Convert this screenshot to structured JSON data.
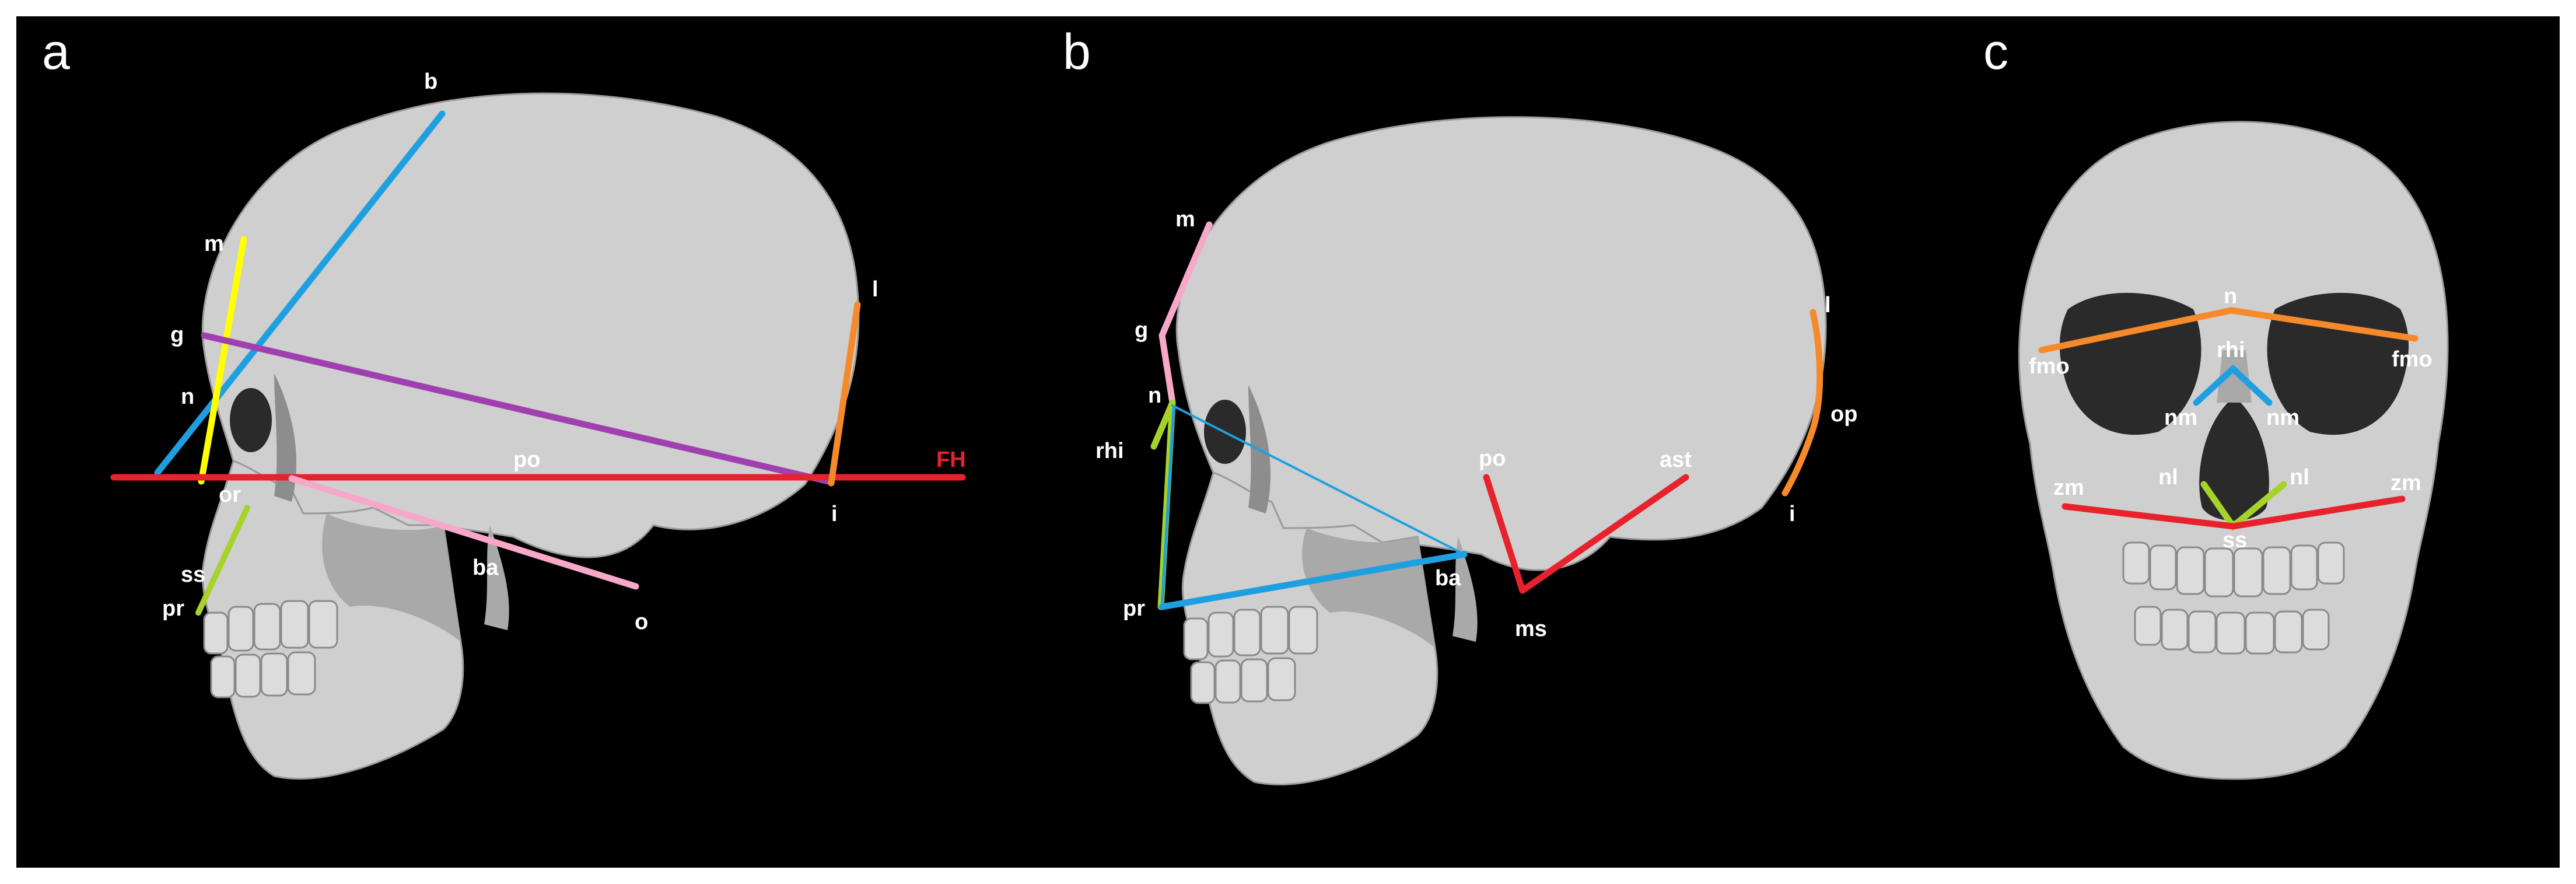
{
  "colors": {
    "background": "#000000",
    "frame": "#ffffff",
    "red": "#e8222c",
    "blue": "#1ea0e0",
    "yellow": "#ffff00",
    "purple": "#a040b0",
    "pink": "#f7a8c8",
    "orange": "#f68a2a",
    "green": "#a6d32a"
  },
  "panels": [
    {
      "letter": "a",
      "labels": {
        "b": "b",
        "m": "m",
        "g": "g",
        "n": "n",
        "or": "or",
        "po": "po",
        "ss": "ss",
        "pr": "pr",
        "ba": "ba",
        "o": "o",
        "l": "l",
        "i": "i",
        "fh": "FH"
      }
    },
    {
      "letter": "b",
      "labels": {
        "m": "m",
        "g": "g",
        "n": "n",
        "rhi": "rhi",
        "pr": "pr",
        "po": "po",
        "ast": "ast",
        "ba": "ba",
        "ms": "ms",
        "l": "l",
        "op": "op",
        "i": "i"
      }
    },
    {
      "letter": "c",
      "labels": {
        "n": "n",
        "fmo_left": "fmo",
        "fmo_right": "fmo",
        "rhi": "rhi",
        "nm_left": "nm",
        "nm_right": "nm",
        "nl_left": "nl",
        "nl_right": "nl",
        "zm_left": "zm",
        "zm_right": "zm",
        "ss": "ss"
      }
    }
  ]
}
